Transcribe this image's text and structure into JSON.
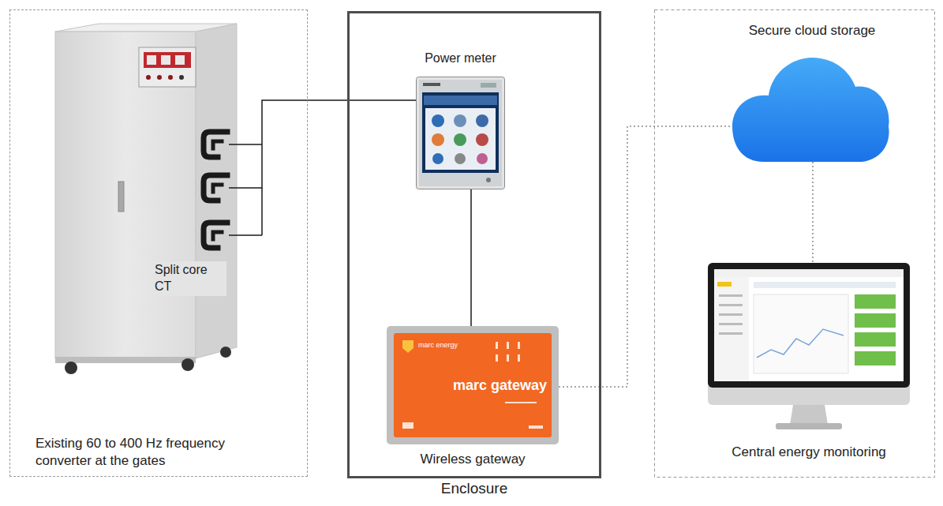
{
  "diagram": {
    "nodes": [
      {
        "text": [
          "Existing 60 to 400 Hz frequency converter at the gates"
        ]
      },
      {
        "text": [
          "Split core CT"
        ],
        "in": 0
      },
      {
        "text": [
          "Enclosure"
        ]
      },
      {
        "text": [
          "Power meter"
        ],
        "in": 2
      },
      {
        "text": [
          "marc gateway",
          "Wireless gateway"
        ],
        "in": 2
      },
      {
        "text": [
          "Secure cloud storage"
        ]
      },
      {
        "text": [
          "Central energy monitoring"
        ]
      }
    ],
    "edges": [
      {
        "from": 1,
        "to": 3,
        "arrow": "none"
      },
      {
        "from": 3,
        "to": 4,
        "arrow": "none"
      },
      {
        "from": 4,
        "to": 5,
        "arrow": "none"
      },
      {
        "from": 5,
        "to": 6,
        "arrow": "none"
      }
    ],
    "labels": [
      "marc energy"
    ]
  }
}
